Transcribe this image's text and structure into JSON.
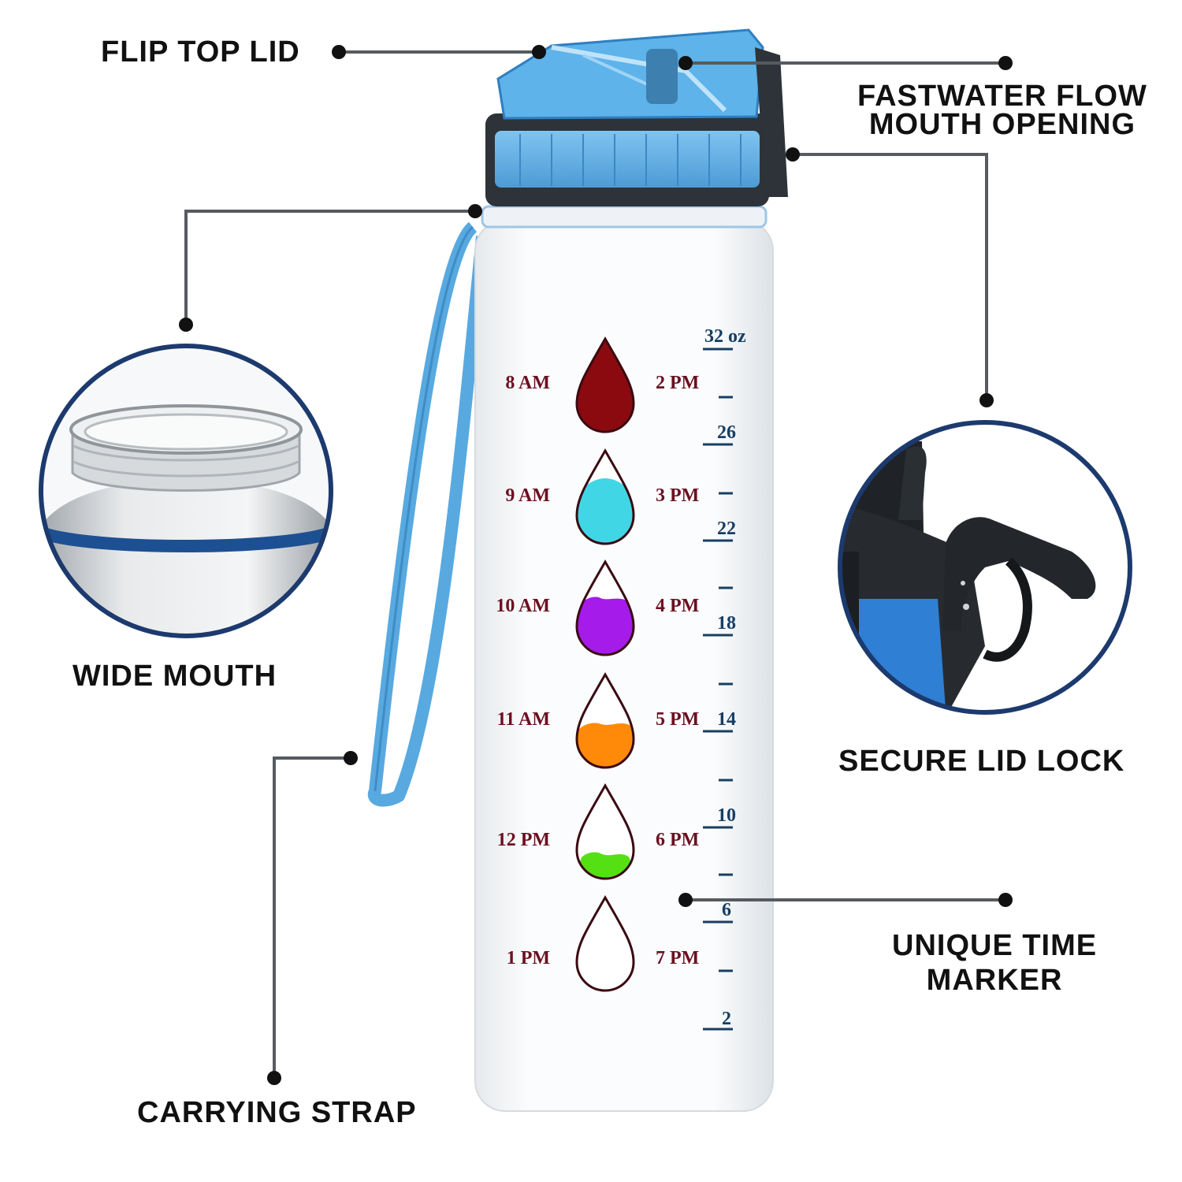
{
  "callouts": {
    "flip_top_lid": "FLIP TOP LID",
    "fastwater_line1": "FASTWATER FLOW",
    "fastwater_line2": "MOUTH OPENING",
    "wide_mouth": "WIDE MOUTH",
    "secure_lid_lock": "SECURE LID LOCK",
    "unique_line1": "UNIQUE TIME",
    "unique_line2": "MARKER",
    "carrying_strap": "CARRYING STRAP"
  },
  "time_markers": [
    {
      "left": "8 AM",
      "right": "2 PM",
      "fill_color": "#8b0a0f",
      "fill_level": 1.0
    },
    {
      "left": "9 AM",
      "right": "3 PM",
      "fill_color": "#41d6e6",
      "fill_level": 0.7
    },
    {
      "left": "10 AM",
      "right": "4 PM",
      "fill_color": "#a51bea",
      "fill_level": 0.6
    },
    {
      "left": "11 AM",
      "right": "5 PM",
      "fill_color": "#ff8a0a",
      "fill_level": 0.45
    },
    {
      "left": "12 PM",
      "right": "6 PM",
      "fill_color": "#55e014",
      "fill_level": 0.3
    },
    {
      "left": "1 PM",
      "right": "7 PM",
      "fill_color": "#ffffff",
      "fill_level": 0.0
    }
  ],
  "scale_labels": [
    "32 oz",
    "26",
    "22",
    "18",
    "14",
    "10",
    "6",
    "2"
  ],
  "colors": {
    "lid_blue": "#6fb6e8",
    "lid_dark": "#2d3338",
    "strap_blue": "#58a9e0",
    "circle_border": "#1c3a6e",
    "marker_text": "#6b1020",
    "scale_text": "#173e63"
  }
}
